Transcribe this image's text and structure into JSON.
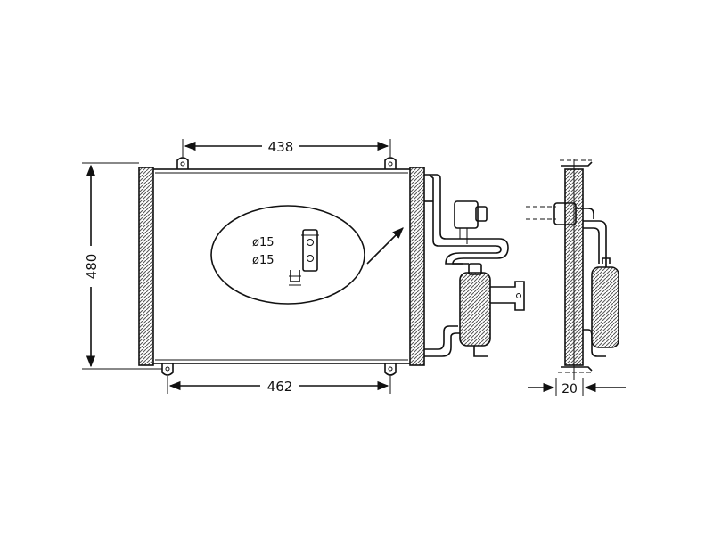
{
  "dimensions": {
    "top_width": "438",
    "height": "480",
    "bottom_width": "462",
    "depth": "20"
  },
  "callout": {
    "port_1": "ø15",
    "port_2": "ø15"
  },
  "colors": {
    "line": "#111111",
    "hatch": "#555555",
    "background": "#ffffff"
  }
}
